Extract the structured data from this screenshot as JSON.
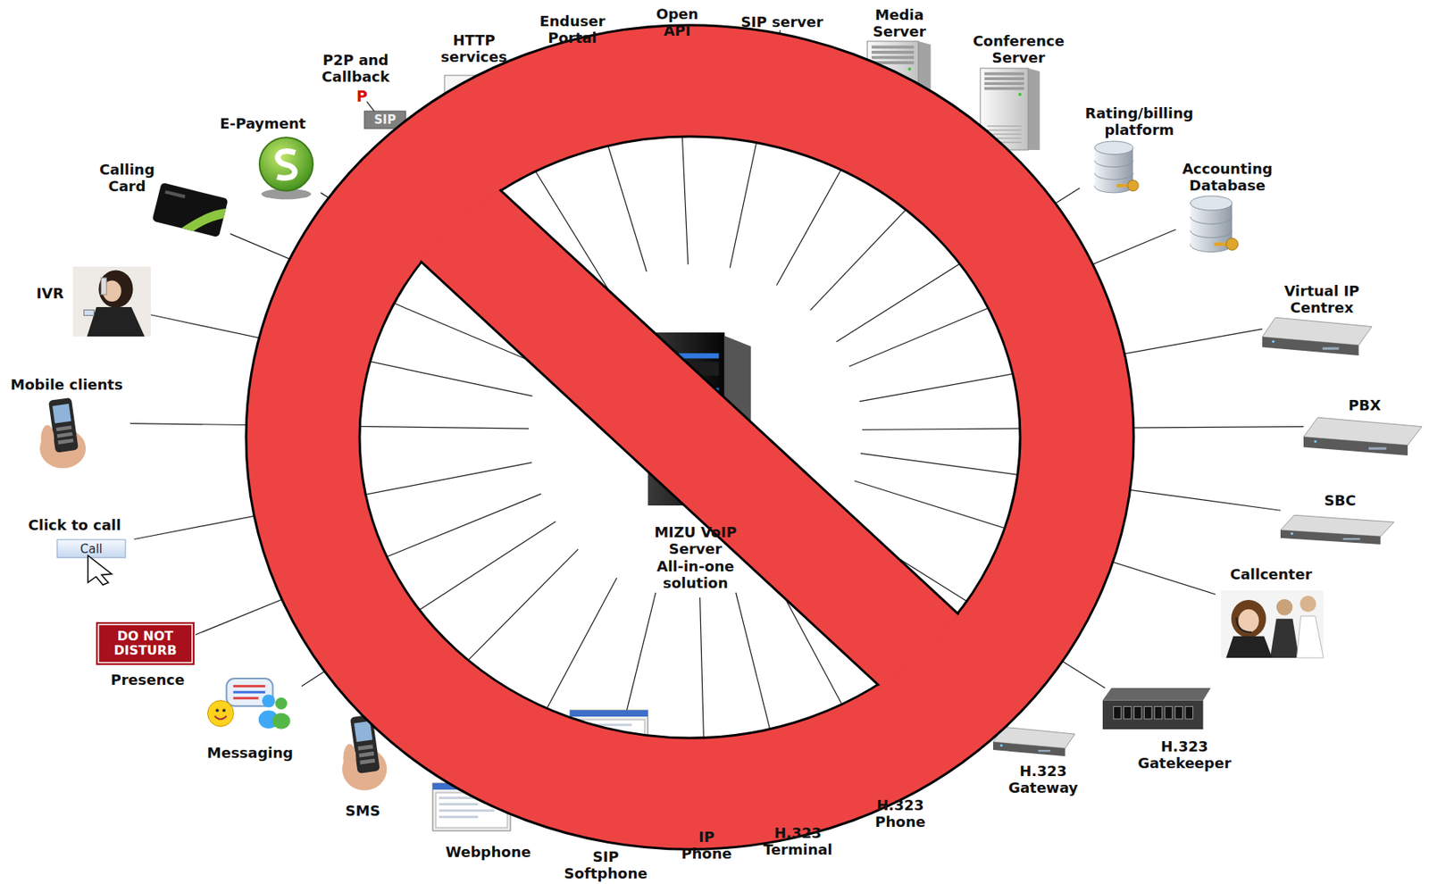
{
  "diagram": {
    "nodes": [
      {
        "text": [
          "MIZU VoIP Server",
          "All-in-one solution"
        ]
      },
      {
        "text": [
          "P2P and Callback"
        ]
      },
      {
        "text": [
          "HTTP services"
        ]
      },
      {
        "text": [
          "Enduser Portal"
        ]
      },
      {
        "text": [
          "Open API"
        ]
      },
      {
        "text": [
          "SIP server"
        ]
      },
      {
        "text": [
          "Media Server"
        ]
      },
      {
        "text": [
          "Conference Server"
        ]
      },
      {
        "text": [
          "Rating/billing platform"
        ]
      },
      {
        "text": [
          "Accounting Database"
        ]
      },
      {
        "text": [
          "Virtual IP Centrex"
        ]
      },
      {
        "text": [
          "PBX"
        ]
      },
      {
        "text": [
          "SBC"
        ]
      },
      {
        "text": [
          "Callcenter"
        ]
      },
      {
        "text": [
          "H.323 Gatekeeper"
        ]
      },
      {
        "text": [
          "H.323 Gateway"
        ]
      },
      {
        "text": [
          "H.323 Phone"
        ]
      },
      {
        "text": [
          "H.323 Terminal"
        ]
      },
      {
        "text": [
          "IP Phone"
        ]
      },
      {
        "text": [
          "SIP Softphone"
        ]
      },
      {
        "text": [
          "Webphone"
        ]
      },
      {
        "text": [
          "SMS"
        ]
      },
      {
        "text": [
          "Messaging"
        ]
      },
      {
        "text": [
          "Presence"
        ]
      },
      {
        "text": [
          "Click to call"
        ]
      },
      {
        "text": [
          "Mobile clients"
        ]
      },
      {
        "text": [
          "IVR"
        ]
      },
      {
        "text": [
          "Calling Card"
        ]
      },
      {
        "text": [
          "E-Payment"
        ]
      }
    ],
    "edges": [
      {
        "from": 0,
        "to": 1,
        "arrow": "none"
      },
      {
        "from": 0,
        "to": 2,
        "arrow": "none"
      },
      {
        "from": 0,
        "to": 3,
        "arrow": "none"
      },
      {
        "from": 0,
        "to": 4,
        "arrow": "none"
      },
      {
        "from": 0,
        "to": 5,
        "arrow": "none"
      },
      {
        "from": 0,
        "to": 6,
        "arrow": "none"
      },
      {
        "from": 0,
        "to": 7,
        "arrow": "none"
      },
      {
        "from": 0,
        "to": 8,
        "arrow": "none"
      },
      {
        "from": 0,
        "to": 9,
        "arrow": "none"
      },
      {
        "from": 0,
        "to": 10,
        "arrow": "none"
      },
      {
        "from": 0,
        "to": 11,
        "arrow": "none"
      },
      {
        "from": 0,
        "to": 12,
        "arrow": "none"
      },
      {
        "from": 0,
        "to": 13,
        "arrow": "none"
      },
      {
        "from": 0,
        "to": 14,
        "arrow": "none"
      },
      {
        "from": 0,
        "to": 15,
        "arrow": "none"
      },
      {
        "from": 0,
        "to": 16,
        "arrow": "none"
      },
      {
        "from": 0,
        "to": 17,
        "arrow": "none"
      },
      {
        "from": 0,
        "to": 18,
        "arrow": "none"
      },
      {
        "from": 0,
        "to": 19,
        "arrow": "none"
      },
      {
        "from": 0,
        "to": 20,
        "arrow": "none"
      },
      {
        "from": 0,
        "to": 21,
        "arrow": "none"
      },
      {
        "from": 0,
        "to": 22,
        "arrow": "none"
      },
      {
        "from": 0,
        "to": 23,
        "arrow": "none"
      },
      {
        "from": 0,
        "to": 24,
        "arrow": "none"
      },
      {
        "from": 0,
        "to": 25,
        "arrow": "none"
      },
      {
        "from": 0,
        "to": 26,
        "arrow": "none"
      },
      {
        "from": 0,
        "to": 27,
        "arrow": "none"
      },
      {
        "from": 0,
        "to": 28,
        "arrow": "none"
      }
    ],
    "labels": [
      "P",
      "SIP",
      "Call",
      "DO NOT DISTURB"
    ]
  }
}
